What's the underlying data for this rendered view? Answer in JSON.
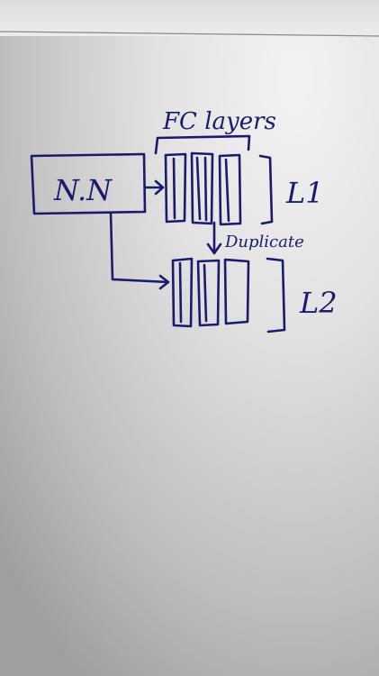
{
  "diagram": {
    "nn_label": "N.N",
    "fc_label": "FC layers",
    "layer1_label": "L1",
    "layer2_label": "L2",
    "duplicate_label": "Duplicate"
  },
  "colors": {
    "ink": "#1b1b6d",
    "paper_light": "#efefef",
    "paper_shadow": "#a9a9a9"
  }
}
